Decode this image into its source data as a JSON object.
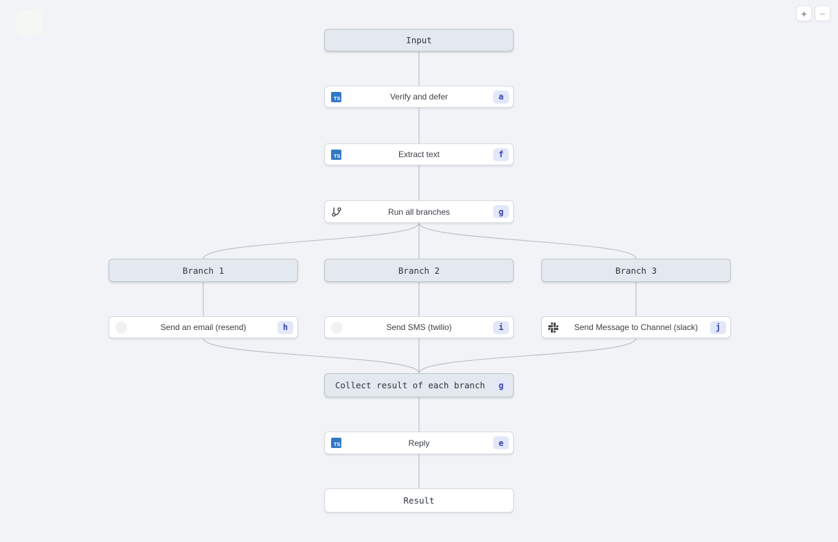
{
  "zoom_controls": {
    "zoom_in": "+",
    "zoom_out": "−"
  },
  "icons": {
    "ts": "TS"
  },
  "colors": {
    "background": "#f1f3f6",
    "header_node_fill": "#e4e9ef",
    "header_node_border": "#b9c3cd",
    "node_fill": "#ffffff",
    "node_border": "#d6dade",
    "badge_fill": "#e3e7fa",
    "badge_text": "#3644a8",
    "typescript_blue": "#3178c6",
    "edge": "#b5bbc3"
  },
  "nodes": {
    "input": {
      "label": "Input"
    },
    "verify": {
      "label": "Verify and defer",
      "badge": "a"
    },
    "extract": {
      "label": "Extract text",
      "badge": "f"
    },
    "run_branches": {
      "label": "Run all branches",
      "badge": "g"
    },
    "branch1": {
      "label": "Branch 1"
    },
    "branch2": {
      "label": "Branch 2"
    },
    "branch3": {
      "label": "Branch 3"
    },
    "email": {
      "label": "Send an email (resend)",
      "badge": "h"
    },
    "sms": {
      "label": "Send SMS (twilio)",
      "badge": "i"
    },
    "slack": {
      "label": "Send Message to Channel (slack)",
      "badge": "j"
    },
    "collect": {
      "label": "Collect result of each branch",
      "badge": "g"
    },
    "reply": {
      "label": "Reply",
      "badge": "e"
    },
    "result": {
      "label": "Result"
    }
  },
  "edges": [
    {
      "from": "input",
      "to": "verify"
    },
    {
      "from": "verify",
      "to": "extract"
    },
    {
      "from": "extract",
      "to": "run_branches"
    },
    {
      "from": "run_branches",
      "to": "branch1"
    },
    {
      "from": "run_branches",
      "to": "branch2"
    },
    {
      "from": "run_branches",
      "to": "branch3"
    },
    {
      "from": "branch1",
      "to": "email"
    },
    {
      "from": "branch2",
      "to": "sms"
    },
    {
      "from": "branch3",
      "to": "slack"
    },
    {
      "from": "email",
      "to": "collect"
    },
    {
      "from": "sms",
      "to": "collect"
    },
    {
      "from": "slack",
      "to": "collect"
    },
    {
      "from": "collect",
      "to": "reply"
    },
    {
      "from": "reply",
      "to": "result"
    }
  ]
}
